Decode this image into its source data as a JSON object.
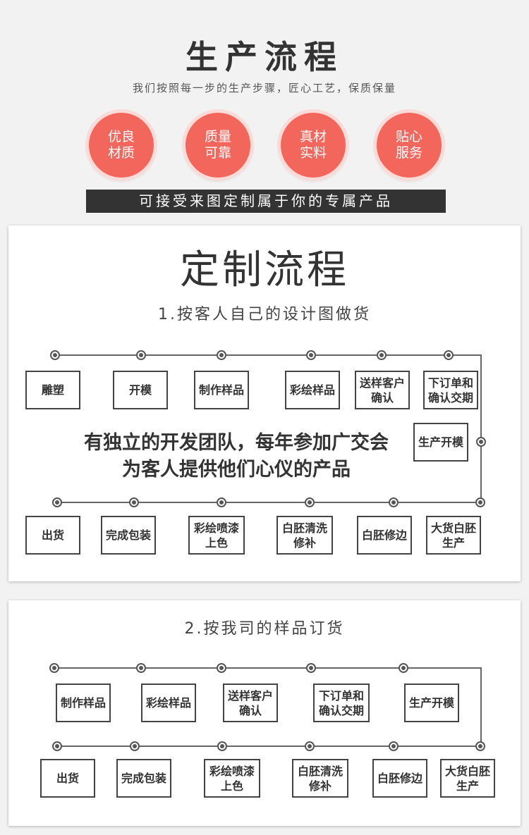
{
  "header": {
    "title": "生产流程",
    "subtitle": "我们按照每一步的生产步骤，匠心工艺，保质保量"
  },
  "badges": [
    {
      "line1": "优良",
      "line2": "材质"
    },
    {
      "line1": "质量",
      "line2": "可靠"
    },
    {
      "line1": "真材",
      "line2": "实料"
    },
    {
      "line1": "贴心",
      "line2": "服务"
    }
  ],
  "banner": "可接受来图定制属于你的专属产品",
  "section1": {
    "title": "定制流程",
    "step_title": "1.按客人自己的设计图做货",
    "row1": [
      "雕塑",
      "开模",
      "制作样品",
      "彩绘样品",
      "送样客户确认",
      "下订单和确认交期"
    ],
    "side": "生产开模",
    "promo_line1": "有独立的开发团队，每年参加广交会",
    "promo_line2": "为客人提供他们心仪的产品",
    "row2": [
      "出货",
      "完成包装",
      "彩绘喷漆上色",
      "白胚清洗修补",
      "白胚修边",
      "大货白胚生产"
    ]
  },
  "section2": {
    "step_title": "2.按我司的样品订货",
    "row1": [
      "制作样品",
      "彩绘样品",
      "送样客户确认",
      "下订单和确认交期",
      "生产开模"
    ],
    "row2": [
      "出货",
      "完成包装",
      "彩绘喷漆上色",
      "白胚清洗修补",
      "白胚修边",
      "大货白胚生产"
    ]
  },
  "colors": {
    "accent": "#f2665c",
    "dark": "#333333",
    "background": "#f2f2f2"
  }
}
